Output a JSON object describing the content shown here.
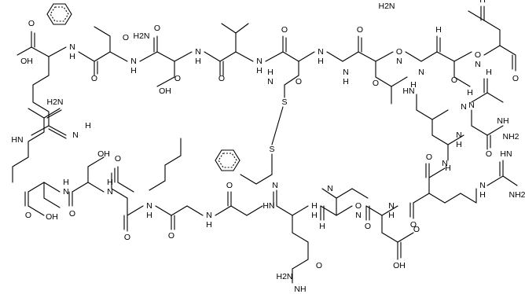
{
  "diagram": {
    "type": "chemical-structure",
    "labels": {
      "oh": "OH",
      "o": "O",
      "nh": "N\nH",
      "h2n": "H2N",
      "nh2": "NH2",
      "hn": "HN",
      "nh_simple": "NH",
      "s": "S",
      "h": "H",
      "n": "N"
    },
    "text_items": [
      {
        "id": "t1",
        "text": "OH"
      },
      {
        "id": "t2",
        "text": "O"
      },
      {
        "id": "t3",
        "text": "N"
      },
      {
        "id": "t4",
        "text": "H"
      },
      {
        "id": "t5",
        "text": "O"
      },
      {
        "id": "t6",
        "text": "H2N"
      },
      {
        "id": "t7",
        "text": "O"
      },
      {
        "id": "t8",
        "text": "N"
      },
      {
        "id": "t9",
        "text": "H"
      },
      {
        "id": "t10",
        "text": "O"
      },
      {
        "id": "t11",
        "text": "N"
      },
      {
        "id": "t12",
        "text": "H"
      },
      {
        "id": "t13",
        "text": "O"
      },
      {
        "id": "t14",
        "text": "N"
      },
      {
        "id": "t15",
        "text": "H"
      },
      {
        "id": "t16",
        "text": "O"
      },
      {
        "id": "t17",
        "text": "N"
      },
      {
        "id": "t18",
        "text": "H"
      },
      {
        "id": "t19",
        "text": "O"
      },
      {
        "id": "t20",
        "text": "H2N"
      },
      {
        "id": "t21",
        "text": "O"
      },
      {
        "id": "t22",
        "text": "N"
      },
      {
        "id": "t23",
        "text": "H"
      },
      {
        "id": "t24",
        "text": "O"
      },
      {
        "id": "t25",
        "text": "N"
      },
      {
        "id": "t26",
        "text": "H"
      },
      {
        "id": "t27",
        "text": "O"
      },
      {
        "id": "t28",
        "text": "H"
      },
      {
        "id": "t29",
        "text": "N"
      },
      {
        "id": "t30",
        "text": "OH"
      },
      {
        "id": "t31",
        "text": "OH"
      },
      {
        "id": "t32",
        "text": "N"
      },
      {
        "id": "t33",
        "text": "H"
      },
      {
        "id": "t34",
        "text": "O"
      },
      {
        "id": "t35",
        "text": "H"
      },
      {
        "id": "t36",
        "text": "N"
      },
      {
        "id": "t37",
        "text": "O"
      },
      {
        "id": "t38",
        "text": "O"
      },
      {
        "id": "t39",
        "text": "N"
      },
      {
        "id": "t40",
        "text": "H"
      },
      {
        "id": "t41",
        "text": "N"
      },
      {
        "id": "t42",
        "text": "H"
      },
      {
        "id": "t43",
        "text": "HN"
      },
      {
        "id": "t44",
        "text": "NH2"
      },
      {
        "id": "t45",
        "text": "S"
      },
      {
        "id": "t46",
        "text": "S"
      },
      {
        "id": "t47",
        "text": "HN"
      },
      {
        "id": "t48",
        "text": "H"
      },
      {
        "id": "t49",
        "text": "N"
      },
      {
        "id": "t50",
        "text": "H2N"
      },
      {
        "id": "t51",
        "text": "O"
      },
      {
        "id": "t52",
        "text": "O"
      },
      {
        "id": "t53",
        "text": "OH"
      },
      {
        "id": "t54",
        "text": "N"
      },
      {
        "id": "t55",
        "text": "H"
      },
      {
        "id": "t56",
        "text": "O"
      },
      {
        "id": "t57",
        "text": "N"
      },
      {
        "id": "t58",
        "text": "H"
      },
      {
        "id": "t59",
        "text": "O"
      },
      {
        "id": "t60",
        "text": "N"
      },
      {
        "id": "t61",
        "text": "H"
      },
      {
        "id": "t62",
        "text": "O"
      },
      {
        "id": "t63",
        "text": "N"
      },
      {
        "id": "t64",
        "text": "H"
      },
      {
        "id": "t65",
        "text": "O"
      },
      {
        "id": "t66",
        "text": "HN"
      },
      {
        "id": "t67",
        "text": "H2N"
      },
      {
        "id": "t68",
        "text": "NH"
      },
      {
        "id": "t69",
        "text": "O"
      },
      {
        "id": "t70",
        "text": "N"
      },
      {
        "id": "t71",
        "text": "H"
      },
      {
        "id": "t72",
        "text": "H"
      },
      {
        "id": "t73",
        "text": "N"
      },
      {
        "id": "t74",
        "text": "O"
      },
      {
        "id": "t75",
        "text": "H"
      },
      {
        "id": "t76",
        "text": "N"
      },
      {
        "id": "t77",
        "text": "O"
      },
      {
        "id": "t78",
        "text": "OH"
      },
      {
        "id": "t79",
        "text": "O"
      },
      {
        "id": "t80",
        "text": "H"
      },
      {
        "id": "t81",
        "text": "N"
      },
      {
        "id": "t82",
        "text": "HN"
      },
      {
        "id": "t83",
        "text": "NH2"
      },
      {
        "id": "t84",
        "text": "NH"
      },
      {
        "id": "t85",
        "text": "O"
      },
      {
        "id": "t86",
        "text": "N"
      },
      {
        "id": "t87",
        "text": "H"
      },
      {
        "id": "t88",
        "text": "O"
      },
      {
        "id": "t89",
        "text": "N"
      },
      {
        "id": "t90",
        "text": "H"
      },
      {
        "id": "t91",
        "text": "O"
      },
      {
        "id": "t92",
        "text": "H"
      },
      {
        "id": "t93",
        "text": "N"
      },
      {
        "id": "t94",
        "text": "O"
      }
    ]
  }
}
